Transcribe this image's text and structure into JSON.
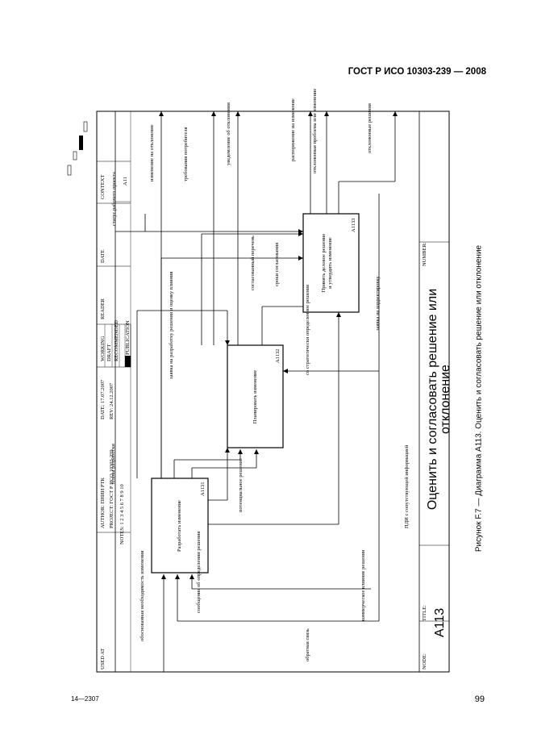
{
  "header": {
    "standard": "ГОСТ Р ИСО 10303-239 — 2008"
  },
  "footer": {
    "left": "14—2307",
    "page_number": "99"
  },
  "caption": "Рисунок F.7 — Диаграмма A113. Оценить и согласовать решение или отклонение",
  "form": {
    "used_at": "USED AT",
    "author": "AUTHOR: ПНИИ РТК",
    "project": "PROJECT: ГОСТ Р ИСО 10303-239",
    "notes": "NOTES: 1 2 3 4 5 6 7 8 9 10",
    "date": "DATE: 17.07.2007",
    "rev": "REV: 24.12.2007",
    "working": "WORKING",
    "draft": "DRAFT",
    "recommended": "RECOMMENDED",
    "publication": "PUBLICATION",
    "reader": "READER",
    "date2": "DATE",
    "context": "CONTEXT",
    "context_node": "A11",
    "node": "NODE:",
    "node_value": "A113",
    "title": "TITLE:",
    "title_text": "Оценить и согласовать решение или отклонение",
    "number": "NUMBER:"
  },
  "boxes": [
    {
      "name": "Разработать изменение",
      "number": "A1131"
    },
    {
      "name": "Планировать изменение",
      "number": "A1132"
    },
    {
      "name": "Принять деловое решение и утвердить изменение",
      "number": "A1133"
    }
  ],
  "arrows": {
    "need_change": "обоснованная необходимость изменения",
    "decision_msg": "сообщение об определении решения",
    "feedback": "обратная связь",
    "commercial": "коммерческое влияние решения",
    "pdm": "ПДИ с сопутствующей информацией",
    "dev_plans": "планы разработки",
    "potential": "потенциальное решение",
    "dev_request": "заявка на разработку решения и оценку влияния",
    "with_def": "со стратегически определенное решение",
    "time": "сроки согласования",
    "correction": "заявка на корректировку",
    "agreed": "согласованный перечень",
    "status": "статус рабочего проекта",
    "change_need": "изменение на отклонение",
    "consumer": "требования потребителя",
    "reject": "уведомление об отклонении",
    "agreed_change": "распоряжение на изменение",
    "rejected_problem": "отклоненная проблема или изменение",
    "approved": "отклоненные решения"
  }
}
